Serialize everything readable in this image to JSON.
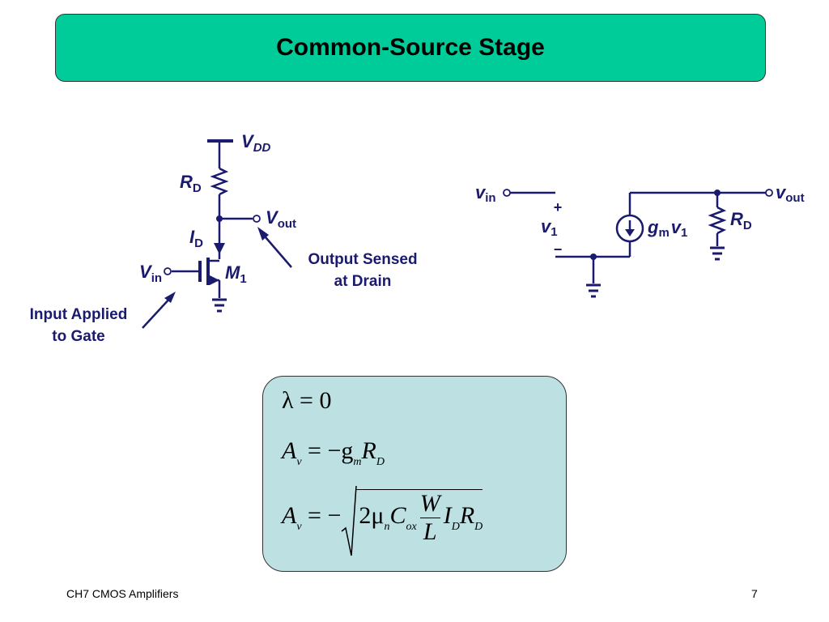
{
  "title": "Common-Source Stage",
  "left_circuit": {
    "vdd_label": "V",
    "vdd_sub": "DD",
    "rd_label": "R",
    "rd_sub": "D",
    "id_label": "I",
    "id_sub": "D",
    "vout_label": "V",
    "vout_sub": "out",
    "vin_label": "V",
    "vin_sub": "in",
    "m1_label": "M",
    "m1_sub": "1",
    "output_note_line1": "Output Sensed",
    "output_note_line2": "at Drain",
    "input_note_line1": "Input Applied",
    "input_note_line2": "to Gate"
  },
  "right_circuit": {
    "vin_label": "v",
    "vin_sub": "in",
    "plus": "+",
    "v1_label": "v",
    "v1_sub": "1",
    "minus": "−",
    "gm_label": "g",
    "gm_sub": "m",
    "gm_v": "v",
    "gm_v_sub": "1",
    "rd_label": "R",
    "rd_sub": "D",
    "vout_label": "v",
    "vout_sub": "out"
  },
  "equations": {
    "eq1": "λ = 0",
    "eq2_lhs": "A",
    "eq2_lhs_sub": "v",
    "eq2_rhs_prefix": " = −g",
    "eq2_gm_sub": "m",
    "eq2_r": "R",
    "eq2_r_sub": "D",
    "eq3_lhs": "A",
    "eq3_lhs_sub": "v",
    "eq3_eq": " = −",
    "eq3_two_mu": "2μ",
    "eq3_mu_sub": "n",
    "eq3_c": "C",
    "eq3_c_sub": "ox",
    "eq3_num": "W",
    "eq3_den": "L",
    "eq3_i": "I",
    "eq3_i_sub": "D",
    "eq3_r": "R",
    "eq3_r_sub": "D"
  },
  "footer": {
    "left": "CH7 CMOS Amplifiers",
    "page": "7"
  }
}
